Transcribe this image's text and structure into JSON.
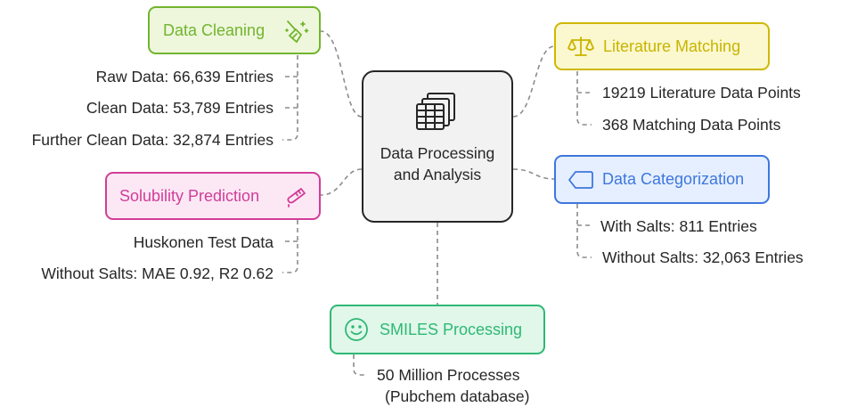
{
  "colors": {
    "green": "#72b42e",
    "green_fill": "#eef7dc",
    "yellow": "#cfb800",
    "yellow_fill": "#fbf8cf",
    "blue": "#3d77dd",
    "blue_fill": "#e6efff",
    "pink": "#d13d98",
    "pink_fill": "#fce8f5",
    "teal": "#2fb874",
    "teal_fill": "#e0f7ea",
    "center_fill": "#f2f2f2",
    "text": "#262626"
  },
  "center": {
    "title": "Data Processing and Analysis",
    "icon": "table-stack-icon"
  },
  "nodes": {
    "cleaning": {
      "label": "Data Cleaning",
      "icon": "broom-icon",
      "items": [
        "Raw Data: 66,639 Entries",
        "Clean Data: 53,789 Entries",
        "Further Clean Data: 32,874 Entries"
      ]
    },
    "literature": {
      "label": "Literature Matching",
      "icon": "scale-icon",
      "items": [
        "19219 Literature Data Points",
        "368 Matching Data Points"
      ]
    },
    "solubility": {
      "label": "Solubility Prediction",
      "icon": "test-tube-icon",
      "items": [
        "Huskonen Test Data",
        "Without Salts: MAE 0.92, R2 0.62"
      ]
    },
    "categorization": {
      "label": "Data Categorization",
      "icon": "tag-icon",
      "items": [
        "With Salts: 811 Entries",
        "Without Salts: 32,063 Entries"
      ]
    },
    "smiles": {
      "label": "SMILES Processing",
      "icon": "smiley-icon",
      "items": [
        "50 Million Processes",
        "(Pubchem database)"
      ]
    }
  }
}
